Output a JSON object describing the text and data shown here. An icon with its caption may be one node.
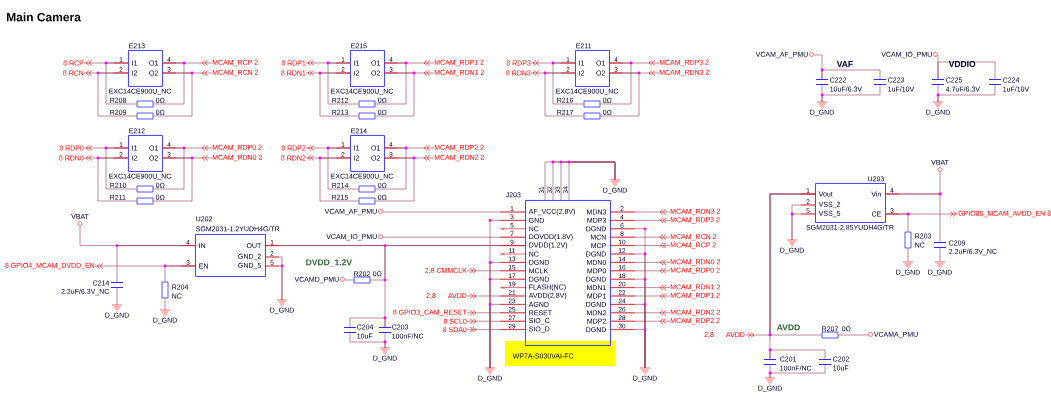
{
  "diagram": {
    "title": "Main Camera",
    "nodes": [
      {
        "text": [
          "E213",
          "I1",
          "I2",
          "O1",
          "O2"
        ],
        "beside": [
          "EXC14CE900U_NC",
          "1",
          "2",
          "4",
          "3"
        ]
      },
      {
        "text": [
          "E215",
          "I1",
          "I2",
          "O1",
          "O2"
        ],
        "beside": [
          "EXC14CE900U_NC",
          "1",
          "2",
          "4",
          "3"
        ]
      },
      {
        "text": [
          "E211",
          "I1",
          "I2",
          "O1",
          "O2"
        ],
        "beside": [
          "EXC14CE900U_NC",
          "1",
          "2",
          "4",
          "3"
        ]
      },
      {
        "text": [
          "E212",
          "I1",
          "I2",
          "O1",
          "O2"
        ],
        "beside": [
          "EXC14CE900U_NC",
          "1",
          "2",
          "4",
          "3"
        ]
      },
      {
        "text": [
          "E214",
          "I1",
          "I2",
          "O1",
          "O2"
        ],
        "beside": [
          "EXC14CE900U_NC",
          "1",
          "2",
          "4",
          "3"
        ]
      },
      {
        "text": [
          "U202",
          "IN",
          "OUT",
          "EN",
          "GND_2",
          "GND_5"
        ],
        "beside": [
          "SGM2031-1.2YUDH4G/TR",
          "4",
          "3",
          "1",
          "2",
          "5"
        ]
      },
      {
        "text": [
          "J203",
          "AF_VCC(2.8V)",
          "GND",
          "NC",
          "DOVDD(1.8V)",
          "DVDD(1.2V)",
          "NC",
          "DGND",
          "MCLK",
          "DGND",
          "FLASH(NC)",
          "AVDD(2.8V)",
          "AGND",
          "RESET",
          "SIO_C",
          "SIO_D",
          "MDN3",
          "MDP3",
          "DGND",
          "MCN",
          "MCP",
          "DGND",
          "MDN0",
          "MDP0",
          "DGND",
          "MDN1",
          "MDP1",
          "DGND",
          "MDN2",
          "MDP2",
          "DGND"
        ],
        "beside": [
          "WP7A-S030VAI-FC",
          "31",
          "32",
          "33",
          "34",
          "1",
          "3",
          "5",
          "7",
          "9",
          "11",
          "13",
          "15",
          "17",
          "19",
          "21",
          "23",
          "25",
          "27",
          "29",
          "2",
          "4",
          "6",
          "8",
          "10",
          "12",
          "14",
          "16",
          "18",
          "20",
          "22",
          "24",
          "26",
          "28",
          "30"
        ]
      },
      {
        "text": [
          "U203",
          "Vout",
          "Vin",
          "VSS_2",
          "VSS_5",
          "CE"
        ],
        "beside": [
          "SGM2031-2.85YUDH4G/TR",
          "1",
          "2",
          "5",
          "4",
          "3"
        ]
      },
      {
        "text": [
          "8 RCP"
        ]
      },
      {
        "text": [
          "8 RCN"
        ]
      },
      {
        "text": [
          "MCAM_RCP 2"
        ]
      },
      {
        "text": [
          "MCAM_RCN 2"
        ]
      },
      {
        "text": [
          "8 RDP1"
        ]
      },
      {
        "text": [
          "8 RDN1"
        ]
      },
      {
        "text": [
          "MCAM_RDP1 2"
        ]
      },
      {
        "text": [
          "MCAM_RDN1 2"
        ]
      },
      {
        "text": [
          "8 RDP3"
        ]
      },
      {
        "text": [
          "8 RDN3"
        ]
      },
      {
        "text": [
          "MCAM_RDP3 2"
        ]
      },
      {
        "text": [
          "MCAM_RDN3 2"
        ]
      },
      {
        "text": [
          "8 RDP0"
        ]
      },
      {
        "text": [
          "8 RDN0"
        ]
      },
      {
        "text": [
          "MCAM_RDP0 2"
        ]
      },
      {
        "text": [
          "MCAM_RDN0 2"
        ]
      },
      {
        "text": [
          "8 RDP2"
        ]
      },
      {
        "text": [
          "8 RDN2"
        ]
      },
      {
        "text": [
          "MCAM_RDP2 2"
        ]
      },
      {
        "text": [
          "MCAM_RDN2 2"
        ]
      },
      {
        "text": [
          "R208",
          "0Ω"
        ]
      },
      {
        "text": [
          "R209",
          "0Ω"
        ]
      },
      {
        "text": [
          "R212",
          "0Ω"
        ]
      },
      {
        "text": [
          "R213",
          "0Ω"
        ]
      },
      {
        "text": [
          "R216",
          "0Ω"
        ]
      },
      {
        "text": [
          "R217",
          "0Ω"
        ]
      },
      {
        "text": [
          "R210",
          "0Ω"
        ]
      },
      {
        "text": [
          "R211",
          "0Ω"
        ]
      },
      {
        "text": [
          "R214",
          "0Ω"
        ]
      },
      {
        "text": [
          "R215",
          "0Ω"
        ]
      },
      {
        "text": [
          "VBAT"
        ]
      },
      {
        "text": [
          "8 GPIO4_MCAM_DVDD_EN"
        ]
      },
      {
        "text": [
          "C214",
          "2.2uF/6.3V_NC"
        ]
      },
      {
        "text": [
          "R204",
          "NC"
        ]
      },
      {
        "text": [
          "D_GND"
        ]
      },
      {
        "text": [
          "D_GND"
        ]
      },
      {
        "text": [
          "D_GND"
        ]
      },
      {
        "text": [
          "VCAMD_PMU"
        ]
      },
      {
        "text": [
          "R202",
          "0Ω"
        ]
      },
      {
        "text": [
          "C204",
          "10uF"
        ]
      },
      {
        "text": [
          "C203",
          "100nF/NC"
        ]
      },
      {
        "text": [
          "D_GND"
        ]
      },
      {
        "text": [
          "VCAM_AF_PMU"
        ]
      },
      {
        "text": [
          "VCAM_IO_PMU"
        ]
      },
      {
        "text": [
          "2,8 CMMCLK"
        ]
      },
      {
        "text": [
          "2,8",
          "AVDD"
        ]
      },
      {
        "text": [
          "8 GPIO3_CAM_RESET"
        ]
      },
      {
        "text": [
          "8 SCL0"
        ]
      },
      {
        "text": [
          "8 SDA0"
        ]
      },
      {
        "text": [
          "MCAM_RDN3 2"
        ]
      },
      {
        "text": [
          "MCAM_RDP3 2"
        ]
      },
      {
        "text": [
          "MCAM_RCN 2"
        ]
      },
      {
        "text": [
          "MCAM_RCP 2"
        ]
      },
      {
        "text": [
          "MCAM_RDN0 2"
        ]
      },
      {
        "text": [
          "MCAM_RDP0 2"
        ]
      },
      {
        "text": [
          "MCAM_RDN1 2"
        ]
      },
      {
        "text": [
          "MCAM_RDP1 2"
        ]
      },
      {
        "text": [
          "MCAM_RDN2 2"
        ]
      },
      {
        "text": [
          "MCAM_RDP2 2"
        ]
      },
      {
        "text": [
          "D_GND"
        ]
      },
      {
        "text": [
          "D_GND"
        ]
      },
      {
        "text": [
          "D_GND"
        ]
      },
      {
        "text": [
          "VCAM_AF_PMU"
        ]
      },
      {
        "text": [
          "C222",
          "10uF/6.3V"
        ]
      },
      {
        "text": [
          "C223",
          "1uF/10V"
        ]
      },
      {
        "text": [
          "D_GND"
        ]
      },
      {
        "text": [
          "VCAM_IO_PMU"
        ]
      },
      {
        "text": [
          "C225",
          "4.7uF/6.3V"
        ]
      },
      {
        "text": [
          "C224",
          "1uF/10V"
        ]
      },
      {
        "text": [
          "D_GND"
        ]
      },
      {
        "text": [
          "VBAT"
        ]
      },
      {
        "text": [
          "GPIO85_MCAM_AVDD_EN 8"
        ]
      },
      {
        "text": [
          "R203",
          "NC"
        ]
      },
      {
        "text": [
          "C209",
          "2.2uF/6.3V_NC"
        ]
      },
      {
        "text": [
          "D_GND"
        ]
      },
      {
        "text": [
          "D_GND"
        ]
      },
      {
        "text": [
          "D_GND"
        ]
      },
      {
        "text": [
          "2,8",
          "AVDD"
        ]
      },
      {
        "text": [
          "R207",
          "0Ω"
        ]
      },
      {
        "text": [
          "VCAMA_PMU"
        ]
      },
      {
        "text": [
          "C201",
          "100nF/NC"
        ]
      },
      {
        "text": [
          "C202",
          "10uF"
        ]
      },
      {
        "text": [
          "D_GND"
        ]
      }
    ],
    "edges": [
      {
        "from": 0,
        "to": 8,
        "arrow": "to"
      },
      {
        "from": 0,
        "to": 9,
        "arrow": "to"
      },
      {
        "from": 0,
        "to": 10,
        "arrow": "none"
      },
      {
        "from": 0,
        "to": 11,
        "arrow": "none"
      },
      {
        "from": 0,
        "to": 28,
        "arrow": "none"
      },
      {
        "from": 28,
        "to": 0,
        "arrow": "none"
      },
      {
        "from": 0,
        "to": 29,
        "arrow": "none"
      },
      {
        "from": 29,
        "to": 0,
        "arrow": "none"
      },
      {
        "from": 1,
        "to": 12,
        "arrow": "to"
      },
      {
        "from": 1,
        "to": 13,
        "arrow": "to"
      },
      {
        "from": 1,
        "to": 14,
        "arrow": "none"
      },
      {
        "from": 1,
        "to": 15,
        "arrow": "none"
      },
      {
        "from": 1,
        "to": 30,
        "arrow": "none"
      },
      {
        "from": 30,
        "to": 1,
        "arrow": "none"
      },
      {
        "from": 1,
        "to": 31,
        "arrow": "none"
      },
      {
        "from": 31,
        "to": 1,
        "arrow": "none"
      },
      {
        "from": 2,
        "to": 16,
        "arrow": "to"
      },
      {
        "from": 2,
        "to": 17,
        "arrow": "to"
      },
      {
        "from": 2,
        "to": 18,
        "arrow": "none"
      },
      {
        "from": 2,
        "to": 19,
        "arrow": "none"
      },
      {
        "from": 2,
        "to": 32,
        "arrow": "none"
      },
      {
        "from": 32,
        "to": 2,
        "arrow": "none"
      },
      {
        "from": 2,
        "to": 33,
        "arrow": "none"
      },
      {
        "from": 33,
        "to": 2,
        "arrow": "none"
      },
      {
        "from": 3,
        "to": 20,
        "arrow": "to"
      },
      {
        "from": 3,
        "to": 21,
        "arrow": "to"
      },
      {
        "from": 3,
        "to": 22,
        "arrow": "none"
      },
      {
        "from": 3,
        "to": 23,
        "arrow": "none"
      },
      {
        "from": 3,
        "to": 34,
        "arrow": "none"
      },
      {
        "from": 34,
        "to": 3,
        "arrow": "none"
      },
      {
        "from": 3,
        "to": 35,
        "arrow": "none"
      },
      {
        "from": 35,
        "to": 3,
        "arrow": "none"
      },
      {
        "from": 4,
        "to": 24,
        "arrow": "to"
      },
      {
        "from": 4,
        "to": 25,
        "arrow": "to"
      },
      {
        "from": 4,
        "to": 26,
        "arrow": "none"
      },
      {
        "from": 4,
        "to": 27,
        "arrow": "none"
      },
      {
        "from": 4,
        "to": 36,
        "arrow": "none"
      },
      {
        "from": 36,
        "to": 4,
        "arrow": "none"
      },
      {
        "from": 4,
        "to": 37,
        "arrow": "none"
      },
      {
        "from": 37,
        "to": 4,
        "arrow": "none"
      },
      {
        "from": 38,
        "to": 5,
        "arrow": "none"
      },
      {
        "from": 5,
        "to": 40,
        "arrow": "none"
      },
      {
        "from": 5,
        "to": 39,
        "arrow": "to"
      },
      {
        "from": 5,
        "to": 41,
        "arrow": "none"
      },
      {
        "from": 40,
        "to": 42,
        "arrow": "none"
      },
      {
        "from": 41,
        "to": 43,
        "arrow": "none"
      },
      {
        "from": 5,
        "to": 44,
        "arrow": "none"
      },
      {
        "from": 5,
        "to": 44,
        "arrow": "none"
      },
      {
        "from": 5,
        "to": 6,
        "arrow": "none"
      },
      {
        "from": 45,
        "to": 46,
        "arrow": "none"
      },
      {
        "from": 46,
        "to": 6,
        "arrow": "none"
      },
      {
        "from": 5,
        "to": 48,
        "arrow": "none"
      },
      {
        "from": 47,
        "to": 48,
        "arrow": "none"
      },
      {
        "from": 47,
        "to": 49,
        "arrow": "none"
      },
      {
        "from": 48,
        "to": 49,
        "arrow": "none"
      },
      {
        "from": 50,
        "to": 6,
        "arrow": "none"
      },
      {
        "from": 51,
        "to": 6,
        "arrow": "none"
      },
      {
        "from": 6,
        "to": 52,
        "arrow": "none"
      },
      {
        "from": 6,
        "to": 53,
        "arrow": "none"
      },
      {
        "from": 6,
        "to": 54,
        "arrow": "none"
      },
      {
        "from": 6,
        "to": 55,
        "arrow": "none"
      },
      {
        "from": 6,
        "to": 56,
        "arrow": "none"
      },
      {
        "from": 6,
        "to": 57,
        "arrow": "none"
      },
      {
        "from": 6,
        "to": 58,
        "arrow": "none"
      },
      {
        "from": 6,
        "to": 59,
        "arrow": "none"
      },
      {
        "from": 6,
        "to": 60,
        "arrow": "none"
      },
      {
        "from": 6,
        "to": 61,
        "arrow": "none"
      },
      {
        "from": 6,
        "to": 62,
        "arrow": "none"
      },
      {
        "from": 6,
        "to": 63,
        "arrow": "none"
      },
      {
        "from": 6,
        "to": 64,
        "arrow": "none"
      },
      {
        "from": 6,
        "to": 65,
        "arrow": "none"
      },
      {
        "from": 6,
        "to": 66,
        "arrow": "none"
      },
      {
        "from": 6,
        "to": 67,
        "arrow": "none"
      },
      {
        "from": 6,
        "to": 67,
        "arrow": "none"
      },
      {
        "from": 6,
        "to": 67,
        "arrow": "none"
      },
      {
        "from": 6,
        "to": 67,
        "arrow": "none"
      },
      {
        "from": 6,
        "to": 68,
        "arrow": "none"
      },
      {
        "from": 6,
        "to": 68,
        "arrow": "none"
      },
      {
        "from": 6,
        "to": 68,
        "arrow": "none"
      },
      {
        "from": 6,
        "to": 68,
        "arrow": "none"
      },
      {
        "from": 6,
        "to": 69,
        "arrow": "none"
      },
      {
        "from": 6,
        "to": 69,
        "arrow": "none"
      },
      {
        "from": 6,
        "to": 69,
        "arrow": "none"
      },
      {
        "from": 6,
        "to": 69,
        "arrow": "none"
      },
      {
        "from": 6,
        "to": 69,
        "arrow": "none"
      },
      {
        "from": 70,
        "to": 71,
        "arrow": "none"
      },
      {
        "from": 71,
        "to": 72,
        "arrow": "none"
      },
      {
        "from": 71,
        "to": 73,
        "arrow": "none"
      },
      {
        "from": 72,
        "to": 73,
        "arrow": "none"
      },
      {
        "from": 74,
        "to": 75,
        "arrow": "none"
      },
      {
        "from": 75,
        "to": 76,
        "arrow": "none"
      },
      {
        "from": 75,
        "to": 77,
        "arrow": "none"
      },
      {
        "from": 76,
        "to": 77,
        "arrow": "none"
      },
      {
        "from": 78,
        "to": 7,
        "arrow": "none"
      },
      {
        "from": 7,
        "to": 81,
        "arrow": "none"
      },
      {
        "from": 7,
        "to": 79,
        "arrow": "to"
      },
      {
        "from": 7,
        "to": 80,
        "arrow": "none"
      },
      {
        "from": 7,
        "to": 82,
        "arrow": "none"
      },
      {
        "from": 7,
        "to": 82,
        "arrow": "none"
      },
      {
        "from": 80,
        "to": 83,
        "arrow": "none"
      },
      {
        "from": 81,
        "to": 84,
        "arrow": "none"
      },
      {
        "from": 7,
        "to": 85,
        "arrow": "none"
      },
      {
        "from": 7,
        "to": 86,
        "arrow": "none"
      },
      {
        "from": 86,
        "to": 87,
        "arrow": "none"
      },
      {
        "from": 7,
        "to": 88,
        "arrow": "none"
      },
      {
        "from": 88,
        "to": 89,
        "arrow": "none"
      },
      {
        "from": 88,
        "to": 90,
        "arrow": "none"
      },
      {
        "from": 89,
        "to": 90,
        "arrow": "none"
      }
    ],
    "labels": [
      "VAF",
      "VDDIO",
      "DVDD_1.2V",
      "AVDD"
    ]
  }
}
